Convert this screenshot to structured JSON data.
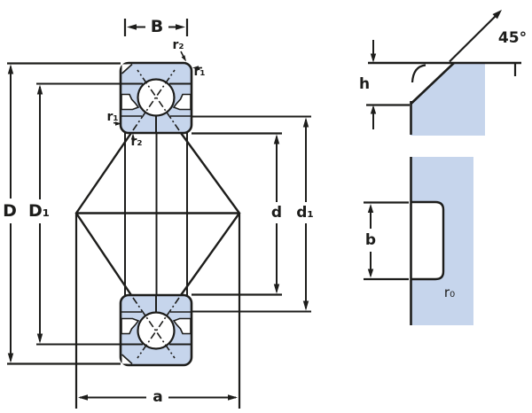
{
  "figure": {
    "kind": "bearing-cross-section-drawing",
    "labels": {
      "B": "B",
      "D": "D",
      "D1": "D₁",
      "d": "d",
      "d1": "d₁",
      "a": "a",
      "r2_top": "r₂",
      "r1_right": "r₁",
      "r1_left": "r₁",
      "r2_bottom": "r₂",
      "h": "h",
      "b": "b",
      "r0": "r₀",
      "angle": "45°"
    }
  },
  "colors": {
    "outline": "#1d1d1b",
    "part_fill": "#c6d5ec",
    "ball_fill": "#ffffff",
    "background": "#ffffff"
  }
}
